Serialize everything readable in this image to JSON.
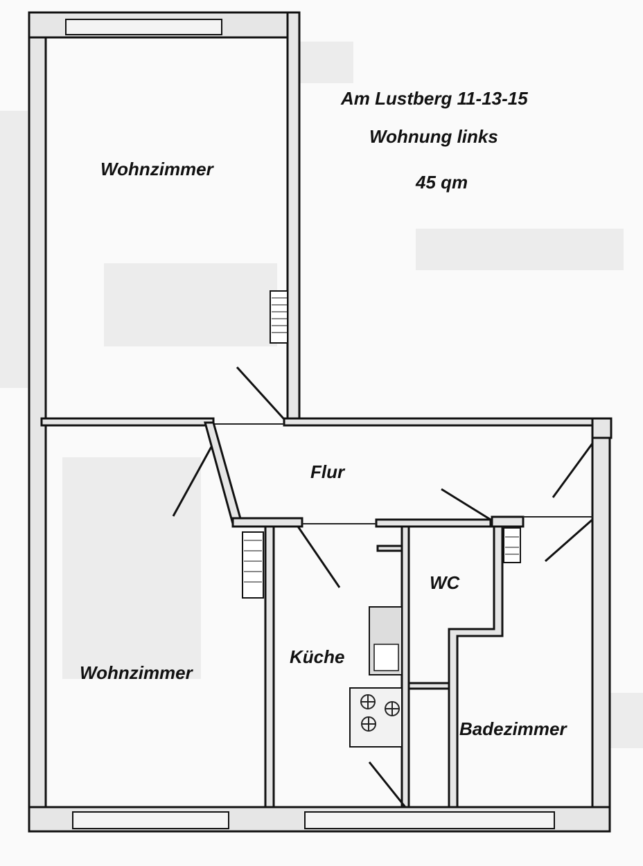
{
  "header": {
    "address": "Am Lustberg 11-13-15",
    "unit": "Wohnung links",
    "area": "45 qm"
  },
  "rooms": [
    {
      "id": "wohnzimmer-top",
      "label": "Wohnzimmer"
    },
    {
      "id": "flur",
      "label": "Flur"
    },
    {
      "id": "wc",
      "label": "WC"
    },
    {
      "id": "kueche",
      "label": "Küche"
    },
    {
      "id": "wohnzimmer-bottom",
      "label": "Wohnzimmer"
    },
    {
      "id": "badezimmer",
      "label": "Badezimmer"
    }
  ]
}
